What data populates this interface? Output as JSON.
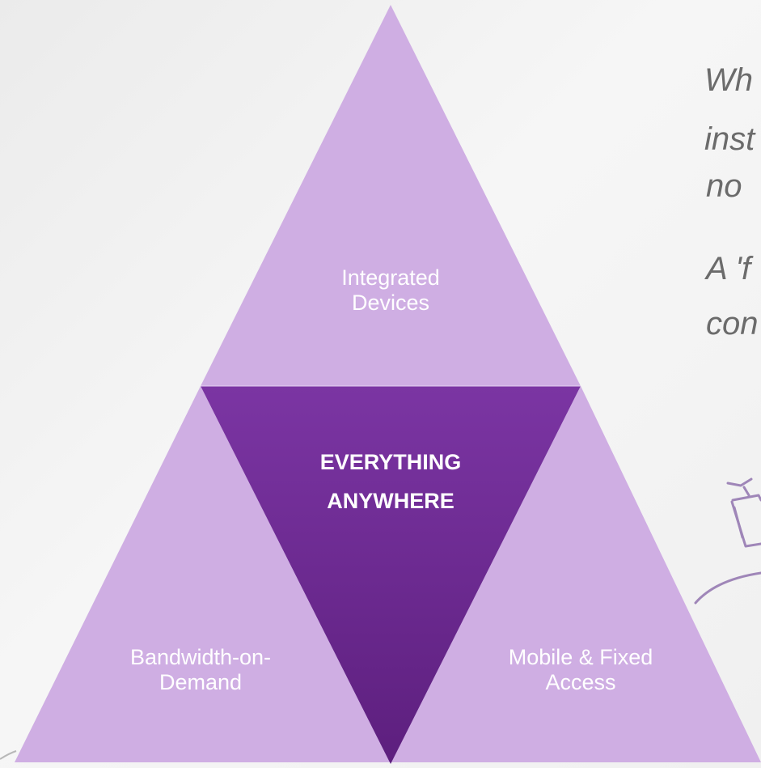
{
  "diagram": {
    "top_segment": {
      "line1": "Integrated",
      "line2": "Devices"
    },
    "left_segment": {
      "line1": "Bandwidth-on-",
      "line2": "Demand"
    },
    "right_segment": {
      "line1": "Mobile & Fixed",
      "line2": "Access"
    },
    "center_segment": {
      "line1": "EVERYTHING",
      "line2": "ANYWHERE"
    }
  },
  "side_text": {
    "line1": "Wh",
    "line2": "inst",
    "line3": "no",
    "line4": "A 'f",
    "line5": "con"
  },
  "colors": {
    "light_segment": "#cfaee3",
    "center_top": "#7b35a3",
    "center_bottom": "#5d1f7e",
    "text_gray": "#6b6b6b",
    "sketch_purple": "#9f86b8"
  },
  "icons": [
    "device-sketch-icon"
  ]
}
